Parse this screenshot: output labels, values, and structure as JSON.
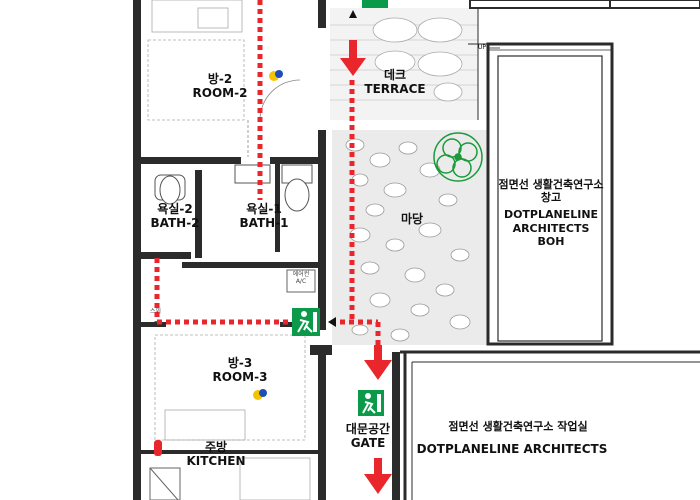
{
  "rooms": {
    "room2": {
      "ko": "방-2",
      "en": "ROOM-2"
    },
    "terrace": {
      "ko": "데크",
      "en": "TERRACE"
    },
    "madang": {
      "ko": "마당"
    },
    "bath1": {
      "ko": "욕실-1",
      "en": "BATH-1"
    },
    "bath2": {
      "ko": "욕실-2",
      "en": "BATH-2"
    },
    "boh": {
      "ko1": "점면선 생활건축연구소",
      "ko2": "창고",
      "en1": "DOTPLANELINE",
      "en2": "ARCHITECTS",
      "en3": "BOH"
    },
    "room3": {
      "ko": "방-3",
      "en": "ROOM-3"
    },
    "kitchen": {
      "ko": "주방",
      "en": "KITCHEN"
    },
    "gate": {
      "ko": "대문공간",
      "en": "GATE"
    },
    "workshop": {
      "ko": "점면선 생활건축연구소 작업실",
      "en": "DOTPLANELINE ARCHITECTS"
    }
  },
  "annotations": {
    "up": "UP",
    "ac_ko": "에어컨",
    "ac_en": "A/C",
    "stair": "스위"
  },
  "colors": {
    "evac_route": "#e8262b",
    "exit_sign": "#0a9a4a",
    "wall": "#2b2b2b",
    "yard_fill": "#e9e9e9",
    "terrace_fill": "#f2f2f2"
  }
}
